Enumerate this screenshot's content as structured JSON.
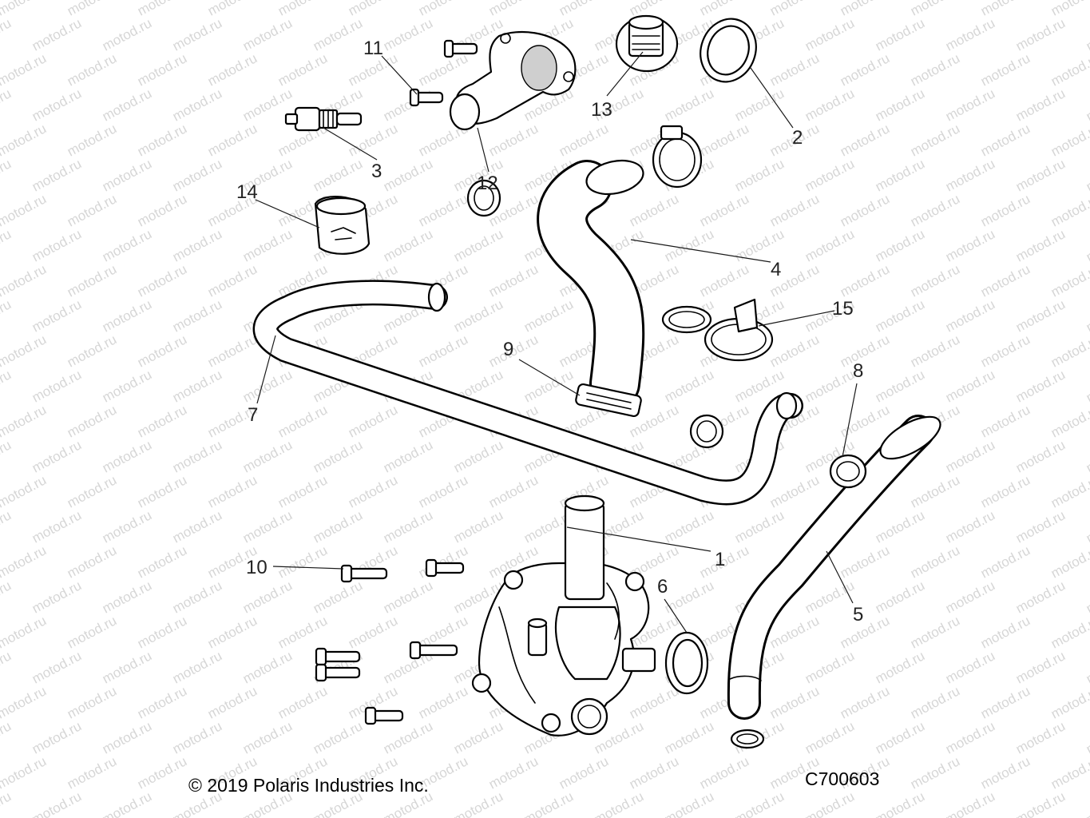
{
  "diagram": {
    "callouts": [
      "1",
      "2",
      "3",
      "4",
      "5",
      "6",
      "7",
      "8",
      "9",
      "10",
      "11",
      "12",
      "13",
      "14",
      "15"
    ],
    "watermark": "motod.ru",
    "copyright": "© 2019 Polaris Industries Inc.",
    "drawing_number": "C700603"
  }
}
